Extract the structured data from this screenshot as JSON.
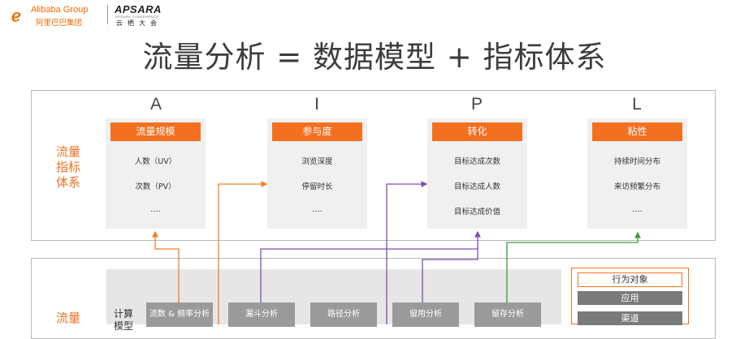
{
  "header": {
    "alibaba_en": "Alibaba Group",
    "alibaba_cn": "阿里巴巴集团",
    "apsara_en": "APSARA",
    "apsara_sub": "APSARA CONFERENCE",
    "apsara_cn": "云栖大会"
  },
  "title": "流量分析 = 数据模型 + 指标体系",
  "indicator_system": {
    "label": "流量\n指标\n体系",
    "columns": [
      {
        "letter": "A",
        "head": "流量规模",
        "metrics": [
          "人数（UV）",
          "次数（PV）",
          "…."
        ]
      },
      {
        "letter": "I",
        "head": "参与度",
        "metrics": [
          "浏览深度",
          "停留时长",
          "…."
        ]
      },
      {
        "letter": "P",
        "head": "转化",
        "metrics": [
          "目标达成次数",
          "目标达成人数",
          "目标达成价值"
        ]
      },
      {
        "letter": "L",
        "head": "粘性",
        "metrics": [
          "持续时间分布",
          "来访频繁分布",
          "…."
        ]
      }
    ]
  },
  "model_section": {
    "label": "流量",
    "calc_label": "计算\n模型",
    "models": [
      "流数 & 频率分析",
      "漏斗分析",
      "路径分析",
      "留用分析",
      "留存分析"
    ],
    "objects": {
      "title": "行为对象",
      "items": [
        "应用",
        "渠道"
      ]
    }
  },
  "colors": {
    "accent": "#f37021",
    "line_orange": "#f07f28",
    "line_purple": "#7d4eb0",
    "line_green": "#3d9a3d",
    "card_bg": "#f0f0f0",
    "model_box": "#9a9a9a"
  }
}
